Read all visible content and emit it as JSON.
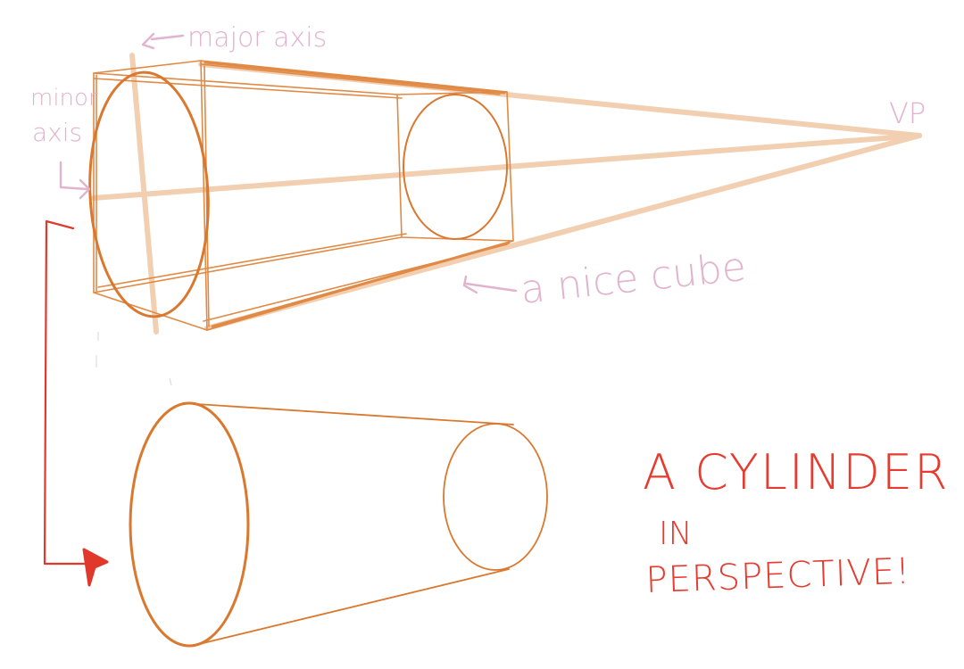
{
  "labels": {
    "major_axis": "major axis",
    "minor_axis_line1": "minor",
    "minor_axis_line2": "axis",
    "vanishing_point": "VP",
    "cube_note": "a nice cube",
    "title_line1": "A CYLINDER",
    "title_line2": "IN",
    "title_line3": "PERSPECTIVE!"
  },
  "colors": {
    "construction_light": "#f1cfb0",
    "construction_thin": "#e08a45",
    "ellipse_orange": "#d9782e",
    "annotation_pink": "#e2b3cd",
    "title_red": "#e63b2e",
    "arrow_red": "#e0392c"
  }
}
